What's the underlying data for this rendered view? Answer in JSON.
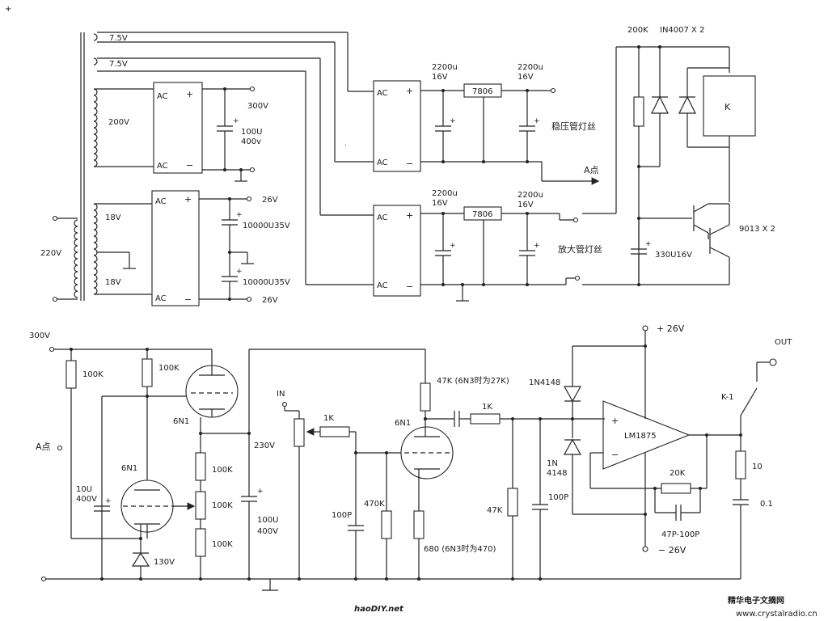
{
  "top": {
    "plus_mark": "+",
    "winding_7v5_a": "7.5V",
    "winding_7v5_b": "7.5V",
    "winding_200v": "200V",
    "winding_18v_a": "18V",
    "winding_18v_b": "18V",
    "mains": "220V",
    "out_300v": "300V",
    "cap_100u": "100U",
    "cap_400v": "400v",
    "out_26v_pos": "26V",
    "out_26v_neg": "26V",
    "cap_10000_a": "10000U35V",
    "cap_10000_b": "10000U35V",
    "rect_ac": "AC",
    "rect_plus": "+",
    "rect_minus": "−",
    "reg1_in_cap": "2200u",
    "reg1_in_v": "16V",
    "reg1_out_cap": "2200u",
    "reg1_out_v": "16V",
    "reg1_name": "7806",
    "reg1_label": "稳压管灯丝",
    "point_a": "A点",
    "reg2_in_cap": "2200u",
    "reg2_in_v": "16V",
    "reg2_out_cap": "2200u",
    "reg2_out_v": "16V",
    "reg2_name": "7806",
    "reg2_label": "放大管灯丝",
    "r_200k": "200K",
    "diodes": "IN4007 X 2",
    "relay": "K",
    "transistors": "9013 X 2",
    "cap_330": "330U16V"
  },
  "bottom": {
    "b_300v": "300V",
    "r_100k_1": "100K",
    "r_100k_2": "100K",
    "point_a": "A点",
    "tube_6n1_a": "6N1",
    "tube_6n1_b": "6N1",
    "tube_6n1_c": "6N1",
    "cap_10u": "10U",
    "cap_400v": "400V",
    "zener": "130V",
    "r_100k_3": "100K",
    "r_100k_4": "100K",
    "r_100k_5": "100K",
    "v_230": "230V",
    "cap_100u": "100U",
    "cap_100u_v": "400V",
    "in_label": "IN",
    "r_1k_a": "1K",
    "cap_100p_a": "100P",
    "r_470k": "470K",
    "r_47k_plate": "47K (6N3时为27K)",
    "r_680": "680 (6N3时为470)",
    "r_1k_b": "1K",
    "r_47k": "47K",
    "cap_100p_b": "100P",
    "d_1n4148_a": "1N4148",
    "d_1n4148_b1": "1N",
    "d_1n4148_b2": "4148",
    "amp": "LM1875",
    "opamp_plus": "+",
    "opamp_minus": "−",
    "supply_pos": "+ 26V",
    "supply_neg": "− 26V",
    "r_20k": "20K",
    "cap_47p": "47P-100P",
    "out_label": "OUT",
    "relay_contact": "K-1",
    "r_10": "10",
    "cap_01": "0.1"
  },
  "watermarks": {
    "haodiy": "haoDIY.net",
    "site_cn": "精华电子文摘网",
    "site_url": "www.crystalradio.cn"
  }
}
